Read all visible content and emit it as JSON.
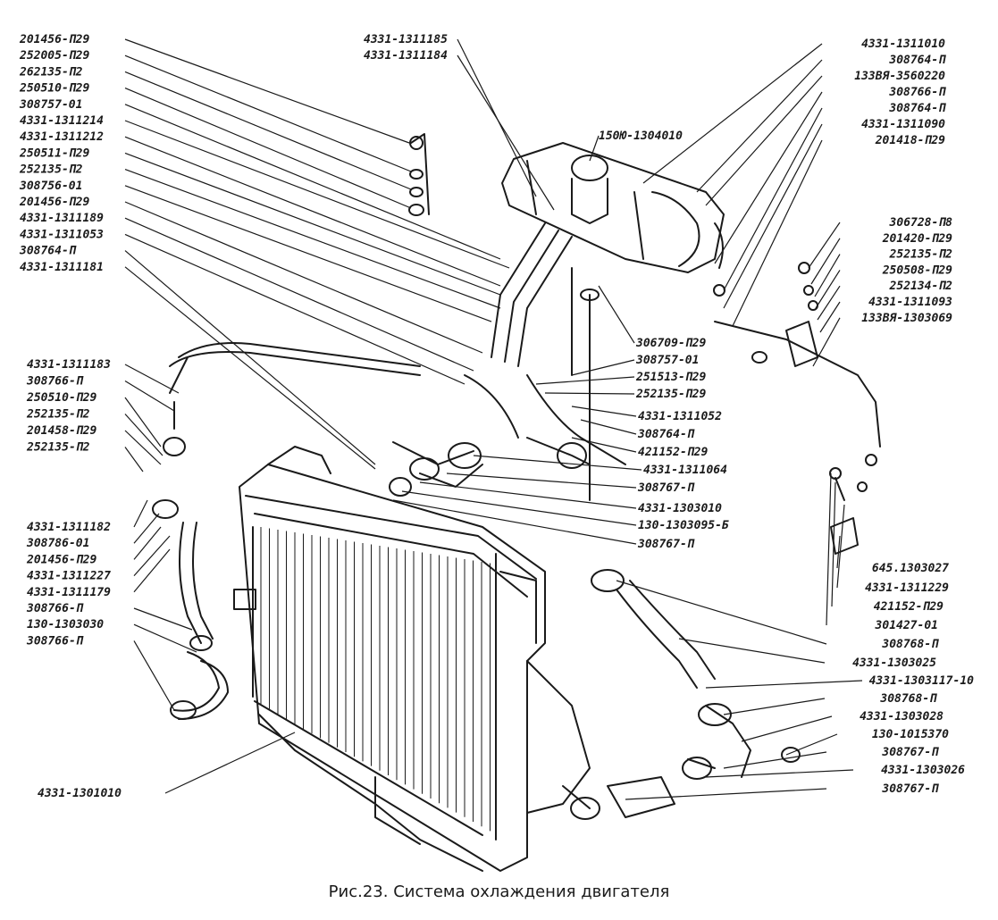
{
  "caption": "Рис.23. Система охлаждения двигателя",
  "labels": {
    "left": [
      "201456-П29",
      "252005-П29",
      "262135-П2",
      "250510-П29",
      "308757-01",
      "4331-1311214",
      "4331-1311212",
      "250511-П29",
      "252135-П2",
      "308756-01",
      "201456-П29",
      "4331-1311189",
      "4331-1311053",
      "308764-П",
      "4331-1311181"
    ],
    "left_mid": [
      "4331-1311183",
      "308766-П",
      "250510-П29",
      "252135-П2",
      "201458-П29",
      "252135-П2"
    ],
    "left_low": [
      "4331-1311182",
      "308786-01",
      "201456-П29",
      "4331-1311227",
      "4331-1311179",
      "308766-П",
      "130-1303030",
      "308766-П"
    ],
    "bottom_left": "4331-1301010",
    "top_center": [
      "4331-1311185",
      "4331-1311184"
    ],
    "tank": "150Ю-1304010",
    "top_right": [
      "4331-1311010",
      "308764-П",
      "133ВЯ-3560220",
      "308766-П",
      "308764-П",
      "4331-1311090",
      "201418-П29"
    ],
    "right_group": [
      "306728-П8",
      "201420-П29",
      "252135-П2",
      "250508-П29",
      "252134-П2",
      "4331-1311093",
      "133ВЯ-1303069"
    ],
    "center_right": [
      "306709-П29",
      "308757-01",
      "251513-П29",
      "252135-П29",
      "4331-1311052",
      "308764-П",
      "421152-П29",
      "4331-1311064",
      "308767-П",
      "4331-1303010",
      "130-1303095-Б",
      "308767-П"
    ],
    "lower_right": [
      "645.1303027",
      "4331-1311229",
      "421152-П29",
      "301427-01",
      "308768-П",
      "4331-1303025",
      "4331-1303117-10",
      "308768-П",
      "4331-1303028",
      "130-1015370",
      "308767-П",
      "4331-1303026",
      "308767-П"
    ]
  }
}
